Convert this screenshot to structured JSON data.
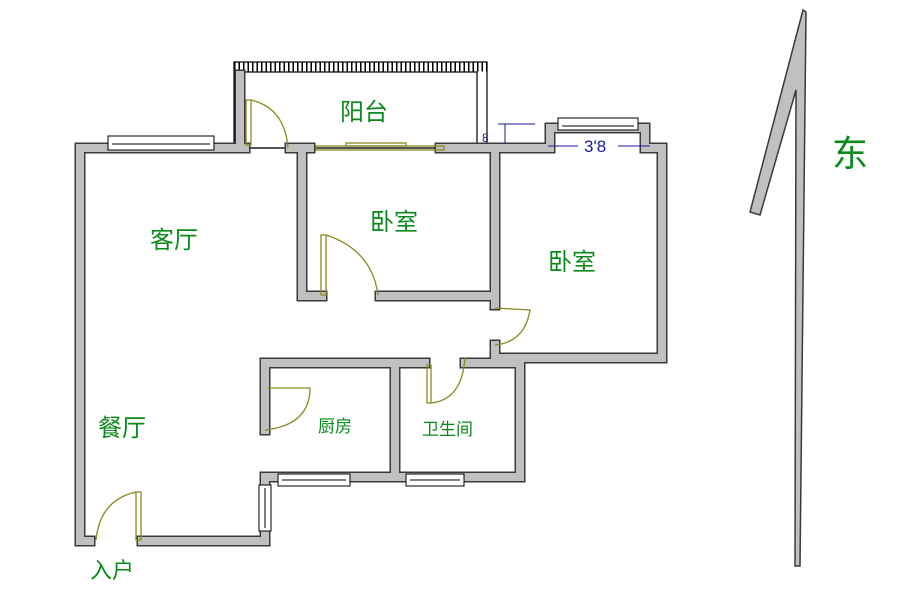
{
  "rooms": {
    "balcony": "阳台",
    "bedroom_north": "卧室",
    "bedroom_east": "卧室",
    "living_room": "客厅",
    "dining_room": "餐厅",
    "kitchen": "厨房",
    "bathroom": "卫生间",
    "entrance": "入户"
  },
  "compass": {
    "direction": "东"
  },
  "dimensions": {
    "window_width": "3'8",
    "small_mark": "8"
  },
  "colors": {
    "wall": "#c0c0c0",
    "label": "#0a8a1a",
    "door": "#8a8a20",
    "dimension": "#1a1a9a"
  }
}
